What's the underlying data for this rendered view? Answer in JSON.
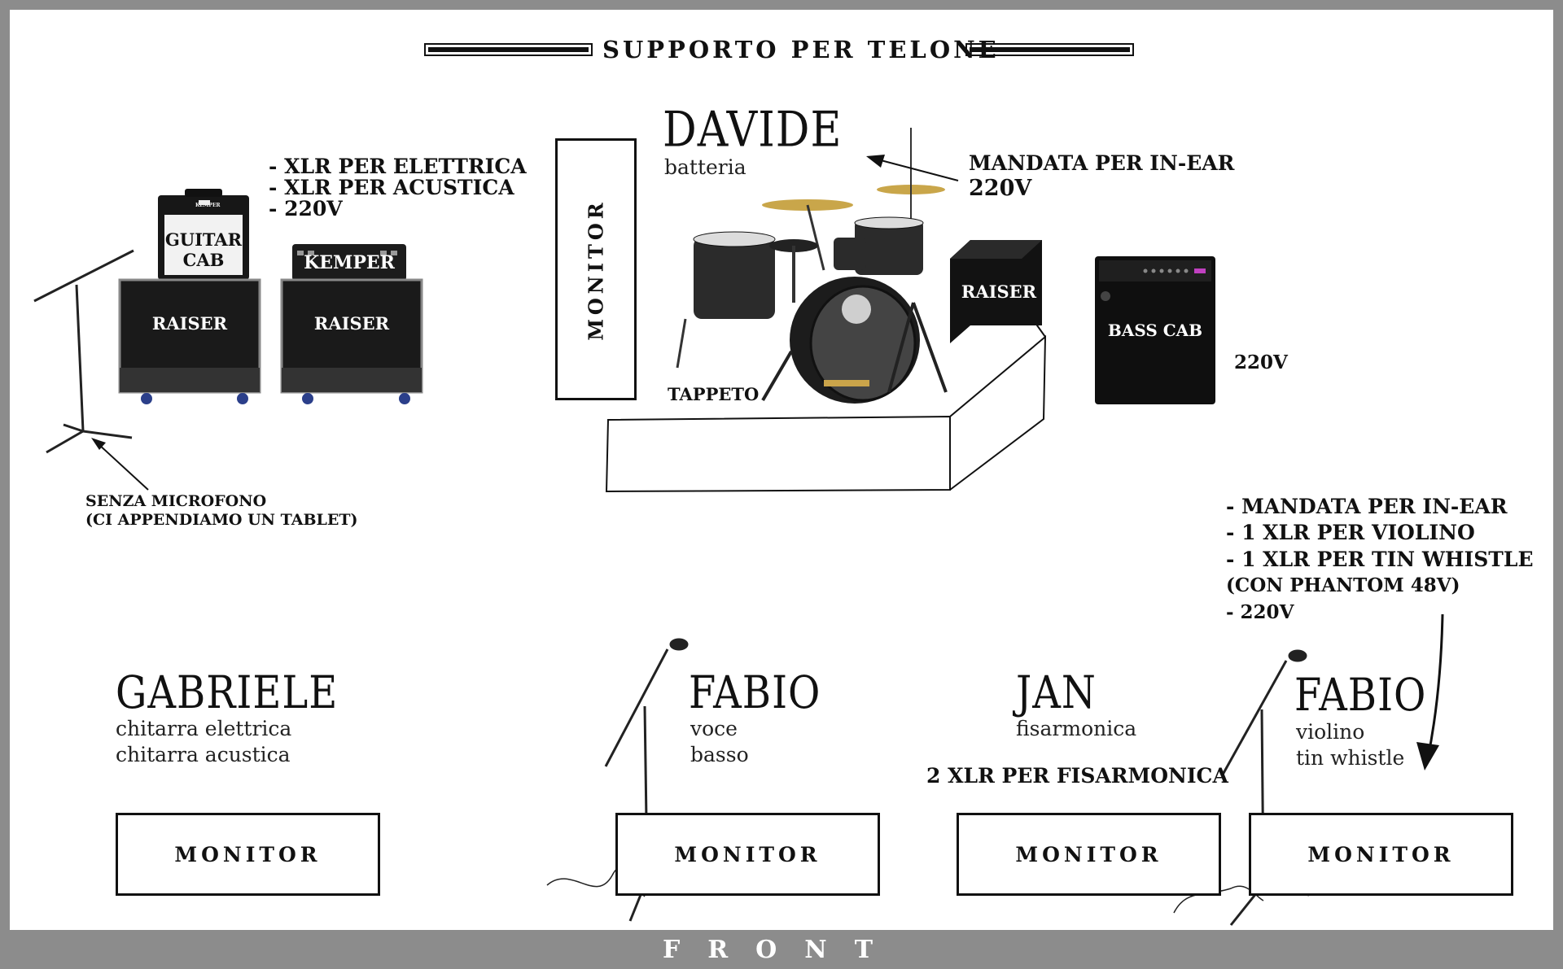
{
  "header": {
    "title": "SUPPORTO PER TELONE"
  },
  "davide": {
    "name": "DAVIDE",
    "role": "batteria"
  },
  "drum_notes": {
    "line1": "MANDATA PER IN-EAR",
    "line2": "220V"
  },
  "left_monitor": {
    "label": "MONITOR"
  },
  "tappeto": {
    "label": "TAPPETO"
  },
  "guitar_notes": {
    "line1": "- XLR PER ELETTRICA",
    "line2": "- XLR PER ACUSTICA",
    "line3": "- 220V"
  },
  "guitar_cab": {
    "line1": "GUITAR",
    "line2": "CAB",
    "brand": "KEMPER"
  },
  "kemper": {
    "label": "KEMPER"
  },
  "raiser_left": {
    "label": "RAISER"
  },
  "raiser_mid": {
    "label": "RAISER"
  },
  "raiser_drum": {
    "label": "RAISER"
  },
  "bass_cab": {
    "label": "BASS CAB",
    "power": "220V"
  },
  "mic_note": {
    "line1": "SENZA MICROFONO",
    "line2": "(CI APPENDIAMO UN TABLET)"
  },
  "fabio_violin_notes": {
    "line1": "- MANDATA PER IN-EAR",
    "line2": "- 1 XLR PER VIOLINO",
    "line3": "- 1 XLR PER TIN WHISTLE",
    "line4": "(CON PHANTOM 48V)",
    "line5": "- 220V"
  },
  "musicians": [
    {
      "name": "GABRIELE",
      "role1": "chitarra elettrica",
      "role2": "chitarra acustica",
      "monitor": "MONITOR"
    },
    {
      "name": "FABIO",
      "role1": "voce",
      "role2": "basso",
      "monitor": "MONITOR"
    },
    {
      "name": "JAN",
      "role1": "fisarmonica",
      "note": "2 XLR PER FISARMONICA",
      "monitor": "MONITOR"
    },
    {
      "name": "FABIO",
      "role1": "violino",
      "role2": "tin whistle",
      "monitor": "MONITOR"
    }
  ],
  "footer": {
    "label": "FRONT"
  },
  "colors": {
    "frame": "#8c8c8c",
    "ink": "#111111",
    "case": "#1a1a1a"
  }
}
